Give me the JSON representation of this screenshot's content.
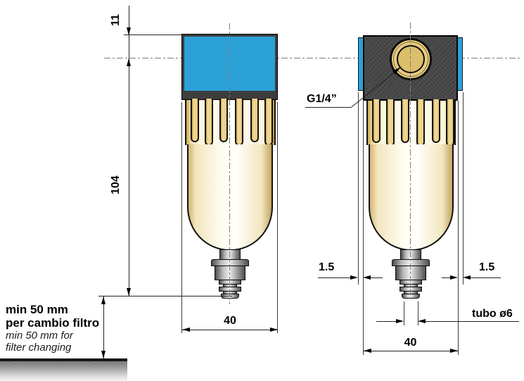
{
  "labels": {
    "dim_top": "11",
    "dim_height": "104",
    "dim_front_width": "40",
    "dim_side_width": "40",
    "dim_overhang_left": "1.5",
    "dim_overhang_right": "1.5",
    "port": "G1/4”",
    "tube": "tubo ø6"
  },
  "note": {
    "it_line1": "min 50 mm",
    "it_line2": "per cambio filtro",
    "en_line1": "min 50 mm for",
    "en_line2": "filter changing"
  },
  "colors": {
    "cap_blue": "#2ba1d7",
    "head_gray": "#474747",
    "brass_outer": "#e7cb81",
    "brass_inner": "#dcbf6c",
    "rib_gold": "#e6c97e"
  }
}
